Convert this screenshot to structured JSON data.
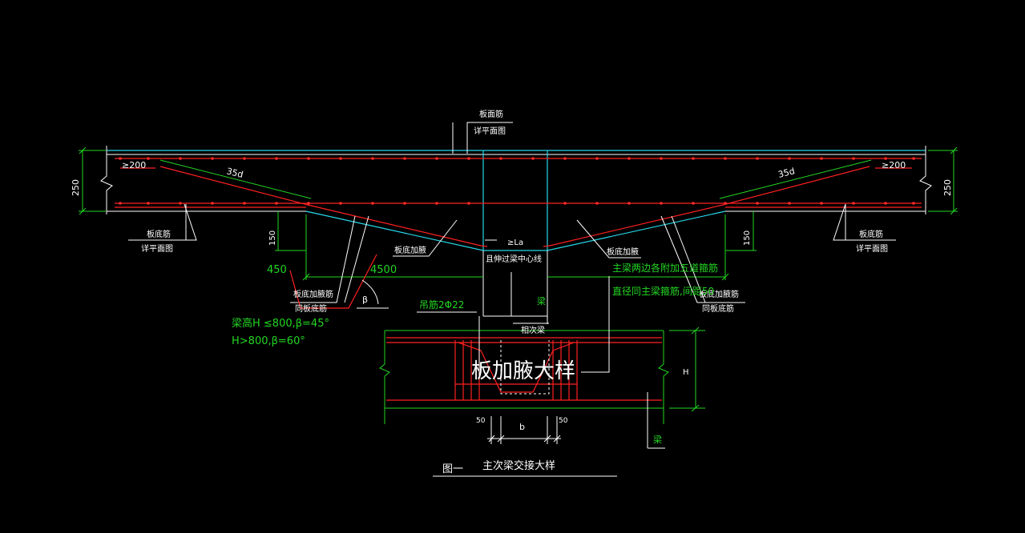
{
  "labels": {
    "top_note_1": "板面筋",
    "top_note_2": "详平面图",
    "bottom_left_1": "板底筋",
    "bottom_left_2": "详平面图",
    "bottom_right_1": "板底筋",
    "bottom_right_2": "详平面图",
    "anchor_left": "≥200",
    "anchor_right": "≥200",
    "lap_left": "35d",
    "lap_right": "35d",
    "dim_slab_left": "250",
    "dim_slab_right": "250",
    "dim_haunch_left": "150",
    "dim_haunch_right": "150",
    "haunch_bar_left": "板底加腋",
    "haunch_bar_right": "板底加腋",
    "la_label": "≥La",
    "center_note": "且伸过梁中心线",
    "dim_450": "450",
    "dim_4500": "4500",
    "haunch_add_left_1": "板底加腋筋",
    "haunch_add_left_2": "同板底筋",
    "haunch_add_right_1": "板底加腋筋",
    "haunch_add_right_2": "同板底筋",
    "beam_height_rule_1": "梁高H ≤800,β=45°",
    "beam_height_rule_2": "H>800,β=60°",
    "beta_symbol": "β",
    "hanger_bar": "吊筋2Φ22",
    "beam_label_1": "梁",
    "beam_label_2": "梁",
    "secondary_beam": "相次梁",
    "main_beam_note_1": "主梁两边各附加五道箍筋",
    "main_beam_note_2": "直径同主梁箍筋,间距50",
    "title_overlay": "板加腋大样",
    "dim_h": "H",
    "dim_50_left": "50",
    "dim_50_right": "50",
    "dim_b": "b",
    "figure_no": "图一",
    "figure_title": "主次梁交接大样"
  },
  "colors": {
    "background": "#000000",
    "line_white": "#ffffff",
    "line_red": "#ff2020",
    "line_cyan": "#25d8e8",
    "text_green": "#22d622"
  }
}
